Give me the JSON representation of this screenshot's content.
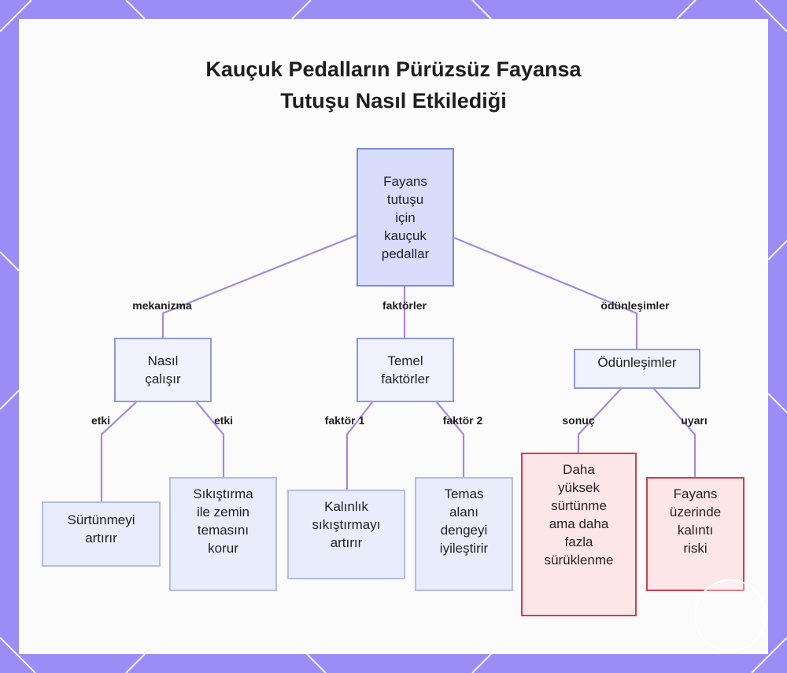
{
  "title": {
    "line1": "Kauçuk Pedalların Pürüzsüz Fayansa",
    "line2": "Tutuşu Nasıl Etkilediği"
  },
  "nodes": {
    "root": [
      "Fayans",
      "tutuşu",
      "için",
      "kauçuk",
      "pedallar"
    ],
    "nasil": [
      "Nasıl",
      "çalışır"
    ],
    "temel": [
      "Temel",
      "faktörler"
    ],
    "odun": [
      "Ödünleşimler"
    ],
    "surtunme": [
      "Sürtünmeyi",
      "artırır"
    ],
    "sikistirma": [
      "Sıkıştırma",
      "ile zemin",
      "temasını",
      "korur"
    ],
    "kalinlik": [
      "Kalınlık",
      "sıkıştırmayı",
      "artırır"
    ],
    "temas": [
      "Temas",
      "alanı",
      "dengeyi",
      "iyileştirir"
    ],
    "daha": [
      "Daha",
      "yüksek",
      "sürtünme",
      "ama daha",
      "fazla",
      "sürüklenme"
    ],
    "fayans": [
      "Fayans",
      "üzerinde",
      "kalıntı",
      "riski"
    ]
  },
  "edge_labels": {
    "mekanizma": "mekanizma",
    "faktorler": "faktörler",
    "odunlesimler": "ödünleşimler",
    "etki1": "etki",
    "etki2": "etki",
    "faktor1": "faktör 1",
    "faktor2": "faktör 2",
    "sonuc": "sonuç",
    "uyari": "uyarı"
  },
  "colors": {
    "frame": "#9b8df5",
    "edge": "#a58ad8",
    "root_fill": "#d9dcfb",
    "warn_border": "#d43d4d"
  }
}
